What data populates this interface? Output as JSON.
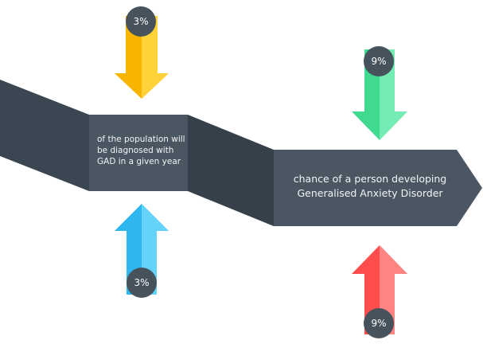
{
  "band": {
    "left_caption": "of the population will be diagnosed with GAD in a given year",
    "right_caption": "chance of a person developing Generalised Anxiety Disorder",
    "colors": {
      "dark": "#3a4652",
      "panel": "#4a5762",
      "edge": "#2f3a44"
    }
  },
  "arrows": [
    {
      "id": "top-left",
      "label": "3%",
      "direction": "down",
      "color": "#f9b400",
      "highlight": "#ffd23a"
    },
    {
      "id": "bottom-left",
      "label": "3%",
      "direction": "up",
      "color": "#2fb6ee",
      "highlight": "#63d3fb"
    },
    {
      "id": "top-right",
      "label": "9%",
      "direction": "down",
      "color": "#3fd990",
      "highlight": "#74ecb4"
    },
    {
      "id": "bottom-right",
      "label": "9%",
      "direction": "up",
      "color": "#ff4c4c",
      "highlight": "#ff8585"
    }
  ]
}
